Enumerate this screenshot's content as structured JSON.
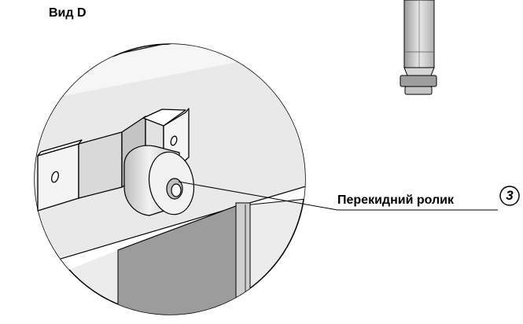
{
  "view_title": "Вид D",
  "callout": {
    "label": "Перекидний ролик",
    "number": "3"
  },
  "colors": {
    "line": "#000000",
    "surface": "#ffffff",
    "light_gray": "#e6e6e6",
    "mid_gray": "#cfcfcf",
    "dark_gray": "#a8a8a8"
  }
}
